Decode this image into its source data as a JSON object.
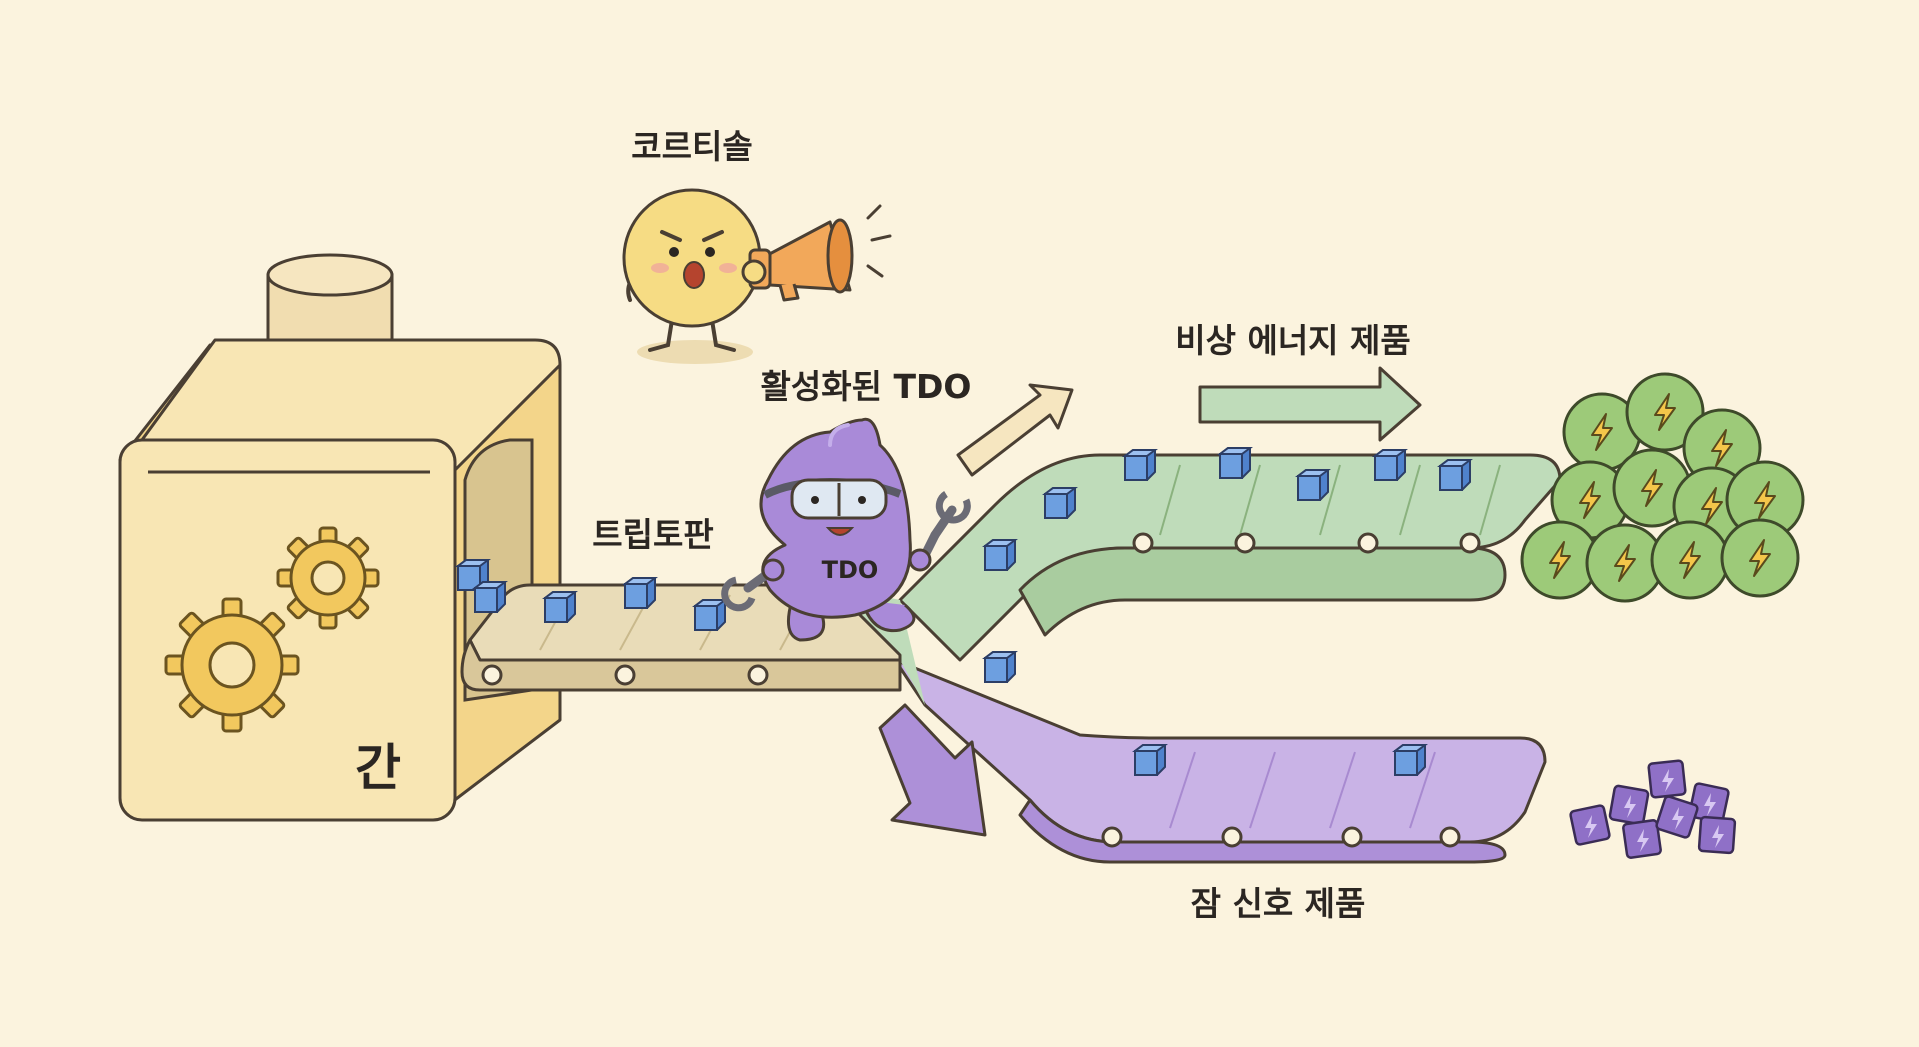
{
  "labels": {
    "cortisol": "코르티솔",
    "activated_tdo": "활성화된 TDO",
    "tryptophan": "트립토판",
    "liver": "간",
    "emergency_energy": "비상 에너지 제품",
    "sleep_signal": "잠 신호 제품",
    "tdo_badge": "TDO"
  },
  "colors": {
    "background": "#fbf3de",
    "liver_box": "#f8e6b4",
    "gear": "#f2c85e",
    "input_belt": "#e9dcb8",
    "energy_belt": "#bfdcba",
    "sleep_belt": "#c9b3e6",
    "tdo_character": "#a98ad8",
    "cortisol_character": "#f6dc84",
    "megaphone": "#f2a85a",
    "cube": "#5b8fd6",
    "energy_orb": "#9dca79",
    "sleep_tile": "#8f70c7"
  },
  "icons": [
    "gear-icon",
    "megaphone-icon",
    "wrench-icon",
    "goggles-icon",
    "lightning-icon",
    "box-icon",
    "arrow-icon"
  ]
}
